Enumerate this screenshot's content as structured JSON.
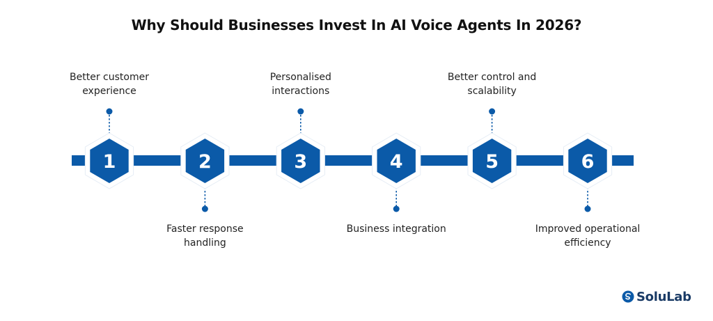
{
  "title": "Why Should Businesses Invest In AI Voice Agents In 2026?",
  "colors": {
    "primary": "#0b5aa8",
    "dark": "#0a4f95",
    "text": "#222222"
  },
  "steps": [
    {
      "number": "1",
      "lines": [
        "Better customer",
        "experience"
      ]
    },
    {
      "number": "2",
      "lines": [
        "Faster response",
        "handling"
      ]
    },
    {
      "number": "3",
      "lines": [
        "Personalised",
        "interactions"
      ]
    },
    {
      "number": "4",
      "lines": [
        "Business integration"
      ]
    },
    {
      "number": "5",
      "lines": [
        "Better control and",
        "scalability"
      ]
    },
    {
      "number": "6",
      "lines": [
        "Improved operational",
        "efficiency"
      ]
    }
  ],
  "logo": {
    "text": "SoluLab",
    "icon": "solulab-logo-icon"
  }
}
